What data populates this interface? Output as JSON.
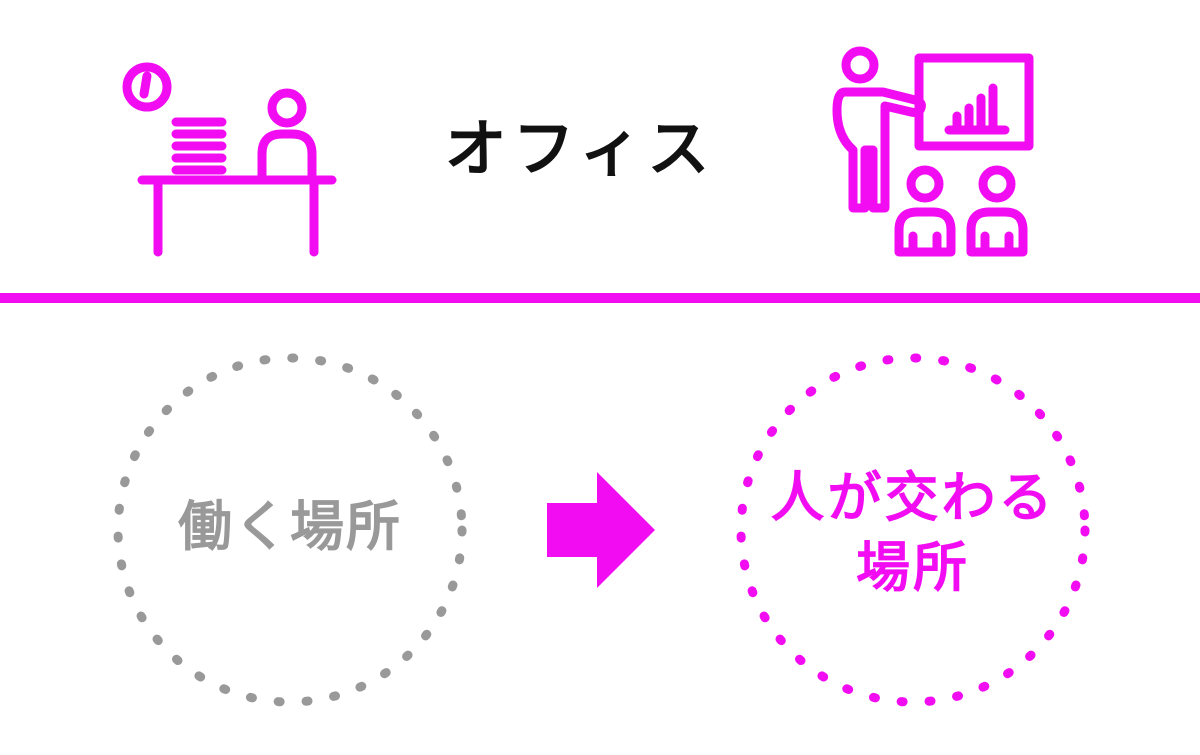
{
  "title": "オフィス",
  "colors": {
    "accent": "#F20CF2",
    "muted": "#999999",
    "text": "#111111"
  },
  "icons": {
    "left": "desk-worker-icon",
    "right": "presentation-icon",
    "arrow": "right-arrow-icon"
  },
  "before": {
    "label": "働く場所"
  },
  "after": {
    "line1": "人が交わる",
    "line2": "場所"
  }
}
